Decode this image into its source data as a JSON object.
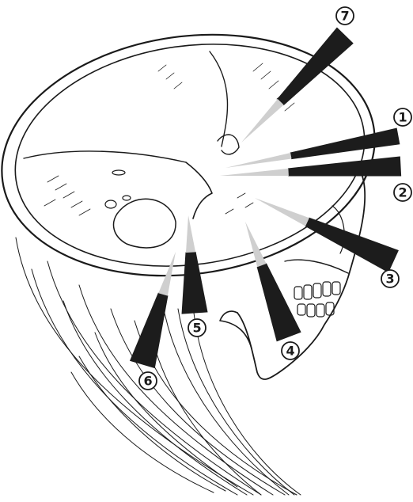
{
  "figure": {
    "markers": [
      {
        "id": "1",
        "label": "1"
      },
      {
        "id": "2",
        "label": "2"
      },
      {
        "id": "3",
        "label": "3"
      },
      {
        "id": "4",
        "label": "4"
      },
      {
        "id": "5",
        "label": "5"
      },
      {
        "id": "6",
        "label": "6"
      },
      {
        "id": "7",
        "label": "7"
      }
    ]
  },
  "colors": {
    "ink": "#1a1a1a",
    "arrow": "#1c1c1c",
    "arrow_tail": "#cfcfcf",
    "background": "#ffffff"
  }
}
